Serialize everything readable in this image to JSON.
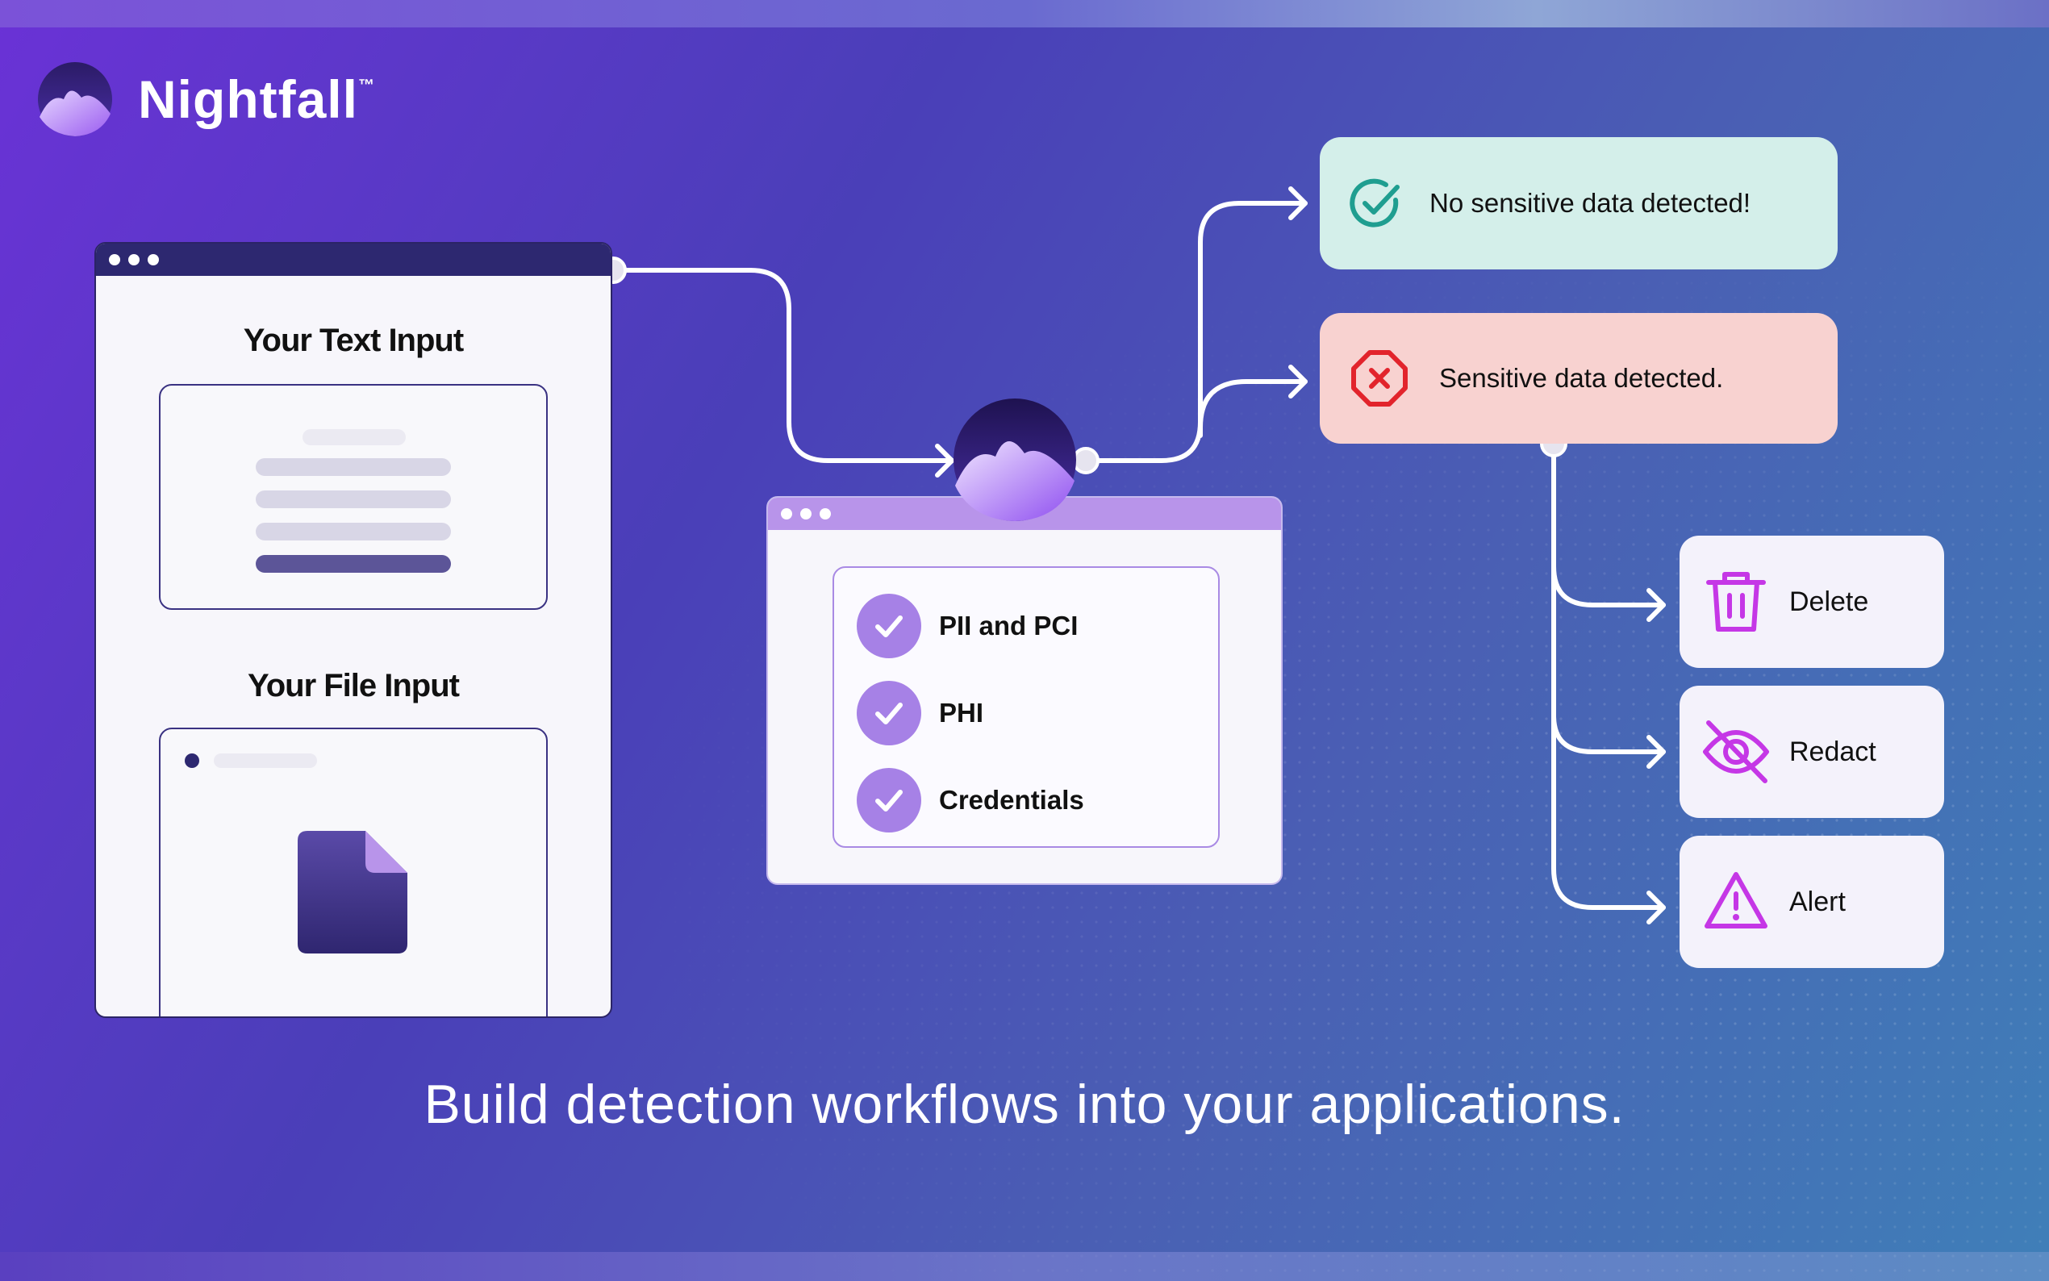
{
  "brand": {
    "name": "Nightfall",
    "trademark": "™"
  },
  "inputs": {
    "text_input_title": "Your Text Input",
    "file_input_title": "Your File Input"
  },
  "detectors": [
    {
      "label": "PII and PCI"
    },
    {
      "label": "PHI"
    },
    {
      "label": "Credentials"
    }
  ],
  "results": {
    "ok": {
      "text": "No sensitive data detected!",
      "icon": "check-circle-icon",
      "color": "#1f9e90"
    },
    "bad": {
      "text": "Sensitive data detected.",
      "icon": "x-octagon-icon",
      "color": "#e2242c"
    }
  },
  "actions": [
    {
      "label": "Delete",
      "icon": "trash-icon"
    },
    {
      "label": "Redact",
      "icon": "eye-off-icon"
    },
    {
      "label": "Alert",
      "icon": "warning-icon"
    }
  ],
  "caption": "Build detection workflows into your applications.",
  "colors": {
    "accent_purple": "#a681e6",
    "action_icon": "#c537e6",
    "window_dark": "#2d2870"
  }
}
